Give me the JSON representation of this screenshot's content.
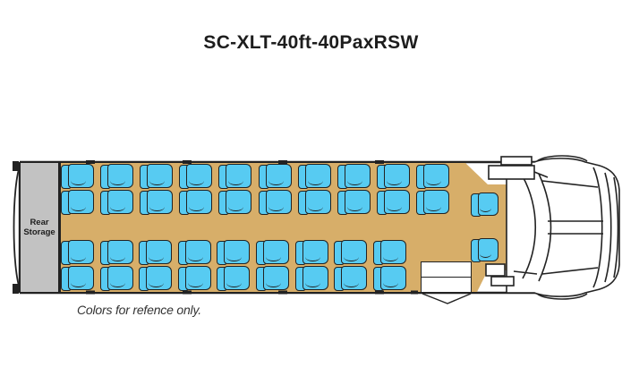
{
  "title": "SC-XLT-40ft-40PaxRSW",
  "footnote": "Colors for refence only.",
  "bus": {
    "rear_storage_label": "Rear Storage",
    "seating": {
      "top_row_double_units": 10,
      "bottom_row_double_units": 9,
      "seats_per_double_unit": 2,
      "front_single_seats": 2,
      "total_passengers": 40,
      "facing": "front"
    },
    "features": [
      "rear-storage",
      "front-entry-door",
      "driver-cab"
    ]
  },
  "colors": {
    "seat": "#57CBF2",
    "floor": "#D7AE69",
    "storage": "#C2C2C2",
    "outline": "#222222"
  }
}
